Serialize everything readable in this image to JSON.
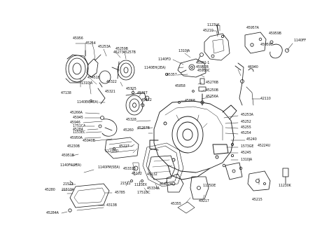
{
  "diagram": {
    "type": "exploded-parts-diagram",
    "part_labels": [
      "1123LK",
      "45210",
      "45957A",
      "45959B",
      "1140FF",
      "45959D",
      "45956",
      "45254",
      "45253A",
      "45259B",
      "45257B",
      "45273",
      "1310JA",
      "1140FD",
      "45901-1",
      "45959C",
      "1140EH(2EA)",
      "45952B",
      "45357",
      "45858",
      "46940",
      "45276B",
      "45250B",
      "45256A",
      "45868",
      "47138",
      "45451B",
      "1310JA",
      "45322",
      "45325",
      "45327",
      "45612",
      "1140EK(4EA)",
      "45266A",
      "45945",
      "45946",
      "1751CA",
      "45284",
      "1153EC",
      "45950A",
      "45940B",
      "45328",
      "45267B",
      "45260",
      "45253A",
      "45252",
      "45255",
      "45254",
      "45240",
      "45230B",
      "45227",
      "1123MD",
      "1573GE",
      "45245",
      "1310JA",
      "45951B",
      "1140FK(2EA)",
      "45331B",
      "1140PM(5EA)",
      "45132",
      "45132",
      "21512",
      "1123EX",
      "1751DC",
      "45334A",
      "45332A",
      "45280",
      "21512",
      "21513A",
      "45785",
      "4313B",
      "45284A",
      "45355",
      "45217",
      "45215",
      "1125DE",
      "42110",
      "45224U",
      "11230K",
      "45321"
    ]
  },
  "labels": {
    "l0": "1123LK",
    "l1": "45210",
    "l2": "45957A",
    "l3": "45959B",
    "l4": "1140FF",
    "l5": "45959D",
    "l6": "45956",
    "l7": "45254",
    "l8": "45253A",
    "l9": "45259B",
    "l10": "45257B",
    "l11": "45273",
    "l12": "1310JA",
    "l13": "1140FD",
    "l14": "45901-1",
    "l15": "1140EH(2EA)",
    "l16": "45959C",
    "l17": "45357",
    "l18": "45952B",
    "l19": "45858",
    "l20": "46940",
    "l21": "45276B",
    "l22": "45250B",
    "l23": "45256A",
    "l24": "45868",
    "l25": "47138",
    "l26": "45451B",
    "l27": "1310JA",
    "l28": "45322",
    "l29": "45325",
    "l30": "45327",
    "l31": "45612",
    "l32": "1140EK(4EA)",
    "l33": "45266A",
    "l34": "45945",
    "l35": "45946",
    "l36": "1751CA",
    "l37": "45284",
    "l38": "1153EC",
    "l39": "45950A",
    "l40": "45940B",
    "l41": "45328",
    "l42": "45267B",
    "l43": "45260",
    "l44": "45253A",
    "l45": "45252",
    "l46": "45255",
    "l47": "45254",
    "l48": "45240",
    "l49": "45230B",
    "l50": "45227",
    "l51": "1123MD",
    "l52": "1573GE",
    "l53": "45245",
    "l54": "1310JA",
    "l55": "45951B",
    "l56": "1140FK(2EA)",
    "l57": "45331B",
    "l58": "1140PM(5EA)",
    "l59": "45132",
    "l60": "45132",
    "l61": "21512",
    "l62": "1123EX",
    "l63": "1751DC",
    "l64": "45334A",
    "l65": "45332A",
    "l66": "45280",
    "l67": "21512",
    "l68": "21513A",
    "l69": "45785",
    "l70": "4313B",
    "l71": "45284A",
    "l72": "45355",
    "l73": "45217",
    "l74": "45215",
    "l75": "1125DE",
    "l76": "42110",
    "l77": "45224U",
    "l78": "11230K",
    "l79": "45321"
  }
}
